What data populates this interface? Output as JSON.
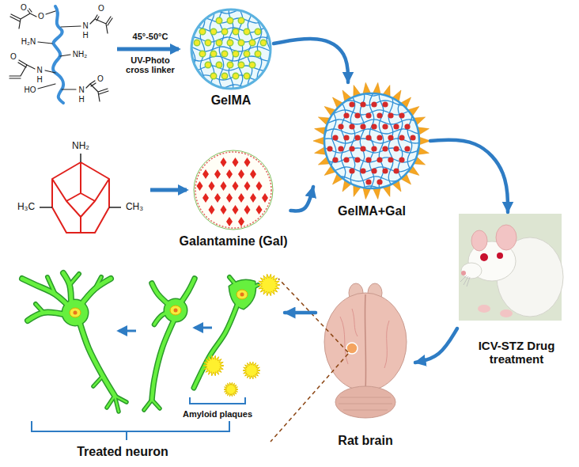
{
  "diagram": {
    "nodes": [
      {
        "text": [
          "GelMA"
        ]
      },
      {
        "text": [
          "Galantamine (Gal)"
        ]
      },
      {
        "text": [
          "GelMA+Gal"
        ]
      },
      {
        "text": [
          "ICV-STZ Drug treatment"
        ]
      },
      {
        "text": [
          "Rat brain"
        ]
      },
      {
        "text": [
          "Treated neuron"
        ]
      }
    ],
    "edges": [
      {
        "from": 0,
        "to": 2,
        "arrow": "to"
      },
      {
        "from": 1,
        "to": 2,
        "arrow": "to"
      },
      {
        "from": 2,
        "to": 3,
        "arrow": "to"
      },
      {
        "from": 3,
        "to": 4,
        "arrow": "to"
      },
      {
        "from": 4,
        "to": 5,
        "arrow": "to"
      }
    ],
    "labels": [
      "45°-50°C",
      "UV-Photo cross linker",
      "O",
      "O",
      "N",
      "H",
      "O",
      "H₂N",
      "NH₂",
      "O",
      "N",
      "H",
      "HO",
      "N",
      "H",
      "O",
      "NH₂",
      "H₃C",
      "CH₃",
      "Amyloid plaques"
    ]
  }
}
